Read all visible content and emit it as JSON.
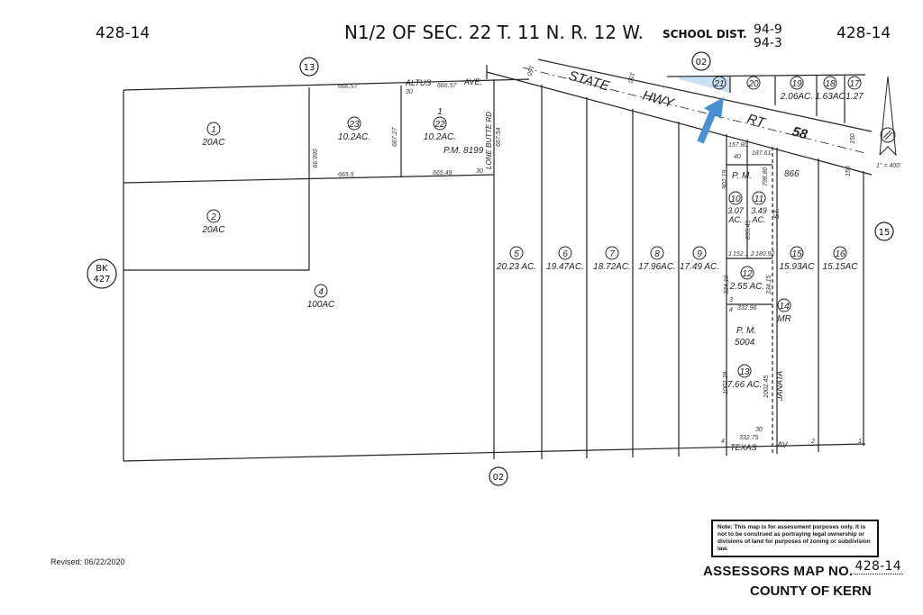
{
  "header": {
    "map_left": "428-14",
    "title": "N1/2 OF SEC. 22 T. 11 N. R. 12 W.",
    "school_dist_label": "SCHOOL DIST.",
    "school_dist_1": "94-9",
    "school_dist_2": "94-3",
    "map_right": "428-14"
  },
  "adjacent": {
    "north_13": "13",
    "north_02": "02",
    "east_15": "15",
    "south_02": "02",
    "book_bk": "BK",
    "book_num": "427"
  },
  "roads": {
    "highway_1": "STATE",
    "highway_2": "HWY",
    "highway_3": "RT",
    "highway_4": "58",
    "altus": "ALTUS",
    "altus_ave": "AVE.",
    "lone_butte": "LONE BUTTE RD",
    "janata": "JANATA",
    "texas": "TEXAS",
    "texas_av": "AV",
    "st": "ST."
  },
  "parcels": [
    {
      "num": "1",
      "area": "20AC"
    },
    {
      "num": "2",
      "area": "20AC"
    },
    {
      "num": "4",
      "area": "100AC"
    },
    {
      "num": "23",
      "area": "10.2AC."
    },
    {
      "num": "22",
      "area": "10.2AC.",
      "lot": "1",
      "pm": "P.M. 8199"
    },
    {
      "num": "5",
      "area": "20.23 AC."
    },
    {
      "num": "6",
      "area": "19.47AC."
    },
    {
      "num": "7",
      "area": "18.72AC."
    },
    {
      "num": "8",
      "area": "17.96AC."
    },
    {
      "num": "9",
      "area": "17.49 AC."
    },
    {
      "num": "10",
      "area": "3.07 AC."
    },
    {
      "num": "11",
      "area": "3.49 AC."
    },
    {
      "num": "12",
      "area": "2.55 AC."
    },
    {
      "num": "13",
      "area": "7.66 AC."
    },
    {
      "num": "14",
      "area": "MR"
    },
    {
      "num": "15",
      "area": "15.93AC"
    },
    {
      "num": "16",
      "area": "15.15AC"
    },
    {
      "num": "17",
      "area": "1.27"
    },
    {
      "num": "18",
      "area": "1.63AC"
    },
    {
      "num": "19",
      "area": "2.06AC."
    },
    {
      "num": "20",
      "area": ""
    },
    {
      "num": "21",
      "area": ""
    }
  ],
  "plats": {
    "pm_866_a": "P. M.",
    "pm_866_b": "866",
    "pm_5004_a": "P. M.",
    "pm_5004_b": "5004"
  },
  "dimensions": [
    "666.57",
    "666.57",
    "666.99",
    "667.27",
    "667.54",
    "665.5",
    "665.49",
    "30",
    "30",
    "150",
    "150",
    "150",
    "150",
    "902.19",
    "798.80",
    "855.45",
    "334.10",
    "334.15",
    "332.96",
    "1002.29",
    "1002.45",
    "332.75",
    "30",
    "1",
    "152.1",
    "2",
    "180.92",
    "3",
    "4",
    "4",
    "2",
    "1",
    "40",
    "157.80",
    "187.61"
  ],
  "scale": "1\" = 400'",
  "note": "Note: This map is for assessment purposes only. It is not to be construed as portraying legal ownership or divisions of land for purposes of zoning or subdivision law.",
  "revised": "Revised:  06/22/2020",
  "footer": {
    "assessors_label": "ASSESSORS MAP NO.",
    "map_no": "428-14",
    "county": "COUNTY OF KERN"
  },
  "colors": {
    "highlight": "#c9e0f4",
    "arrow": "#4a8fd0",
    "line": "#222222"
  }
}
